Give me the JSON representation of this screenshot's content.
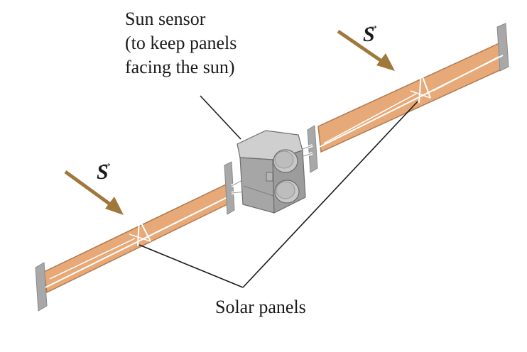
{
  "labels": {
    "sun_sensor_lines": [
      "Sun sensor",
      "(to keep panels",
      "facing the sun)"
    ],
    "solar_panels": "Solar panels"
  },
  "vectors": {
    "symbol": "S",
    "arrow": "→"
  },
  "colors": {
    "panel_fill": "#e8a978",
    "panel_edge": "#b07a50",
    "panel_end": "#a8a8a8",
    "panel_wire": "#ffffff",
    "body_main": "#a6a6a6",
    "body_light": "#cfcfcf",
    "body_dark": "#7d7d7d",
    "sun_arrow": "#a0783c",
    "leader_line": "#1a1a1a"
  },
  "icons": {
    "sun_arrows": "sun-ray-arrow-icon",
    "satellite": "satellite-icon"
  }
}
